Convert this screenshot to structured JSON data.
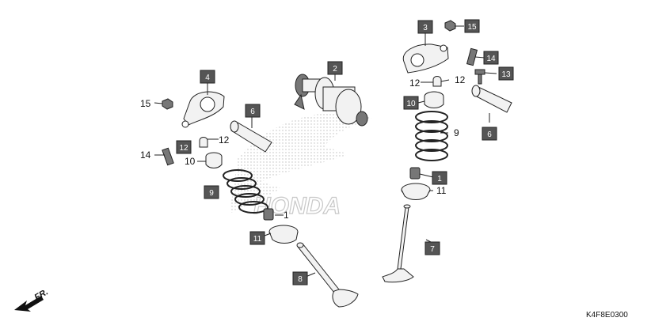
{
  "diagram": {
    "code": "K4F8E0300",
    "direction_label": "FR.",
    "watermark_text": "HONDA",
    "callouts": [
      {
        "num": "1",
        "style": "plain"
      },
      {
        "num": "1",
        "style": "box"
      },
      {
        "num": "2",
        "style": "box"
      },
      {
        "num": "3",
        "style": "box"
      },
      {
        "num": "4",
        "style": "box"
      },
      {
        "num": "6",
        "style": "box"
      },
      {
        "num": "6",
        "style": "box"
      },
      {
        "num": "7",
        "style": "box"
      },
      {
        "num": "8",
        "style": "box"
      },
      {
        "num": "9",
        "style": "box"
      },
      {
        "num": "9",
        "style": "plain"
      },
      {
        "num": "10",
        "style": "plain"
      },
      {
        "num": "10",
        "style": "box"
      },
      {
        "num": "11",
        "style": "box"
      },
      {
        "num": "11",
        "style": "plain"
      },
      {
        "num": "12",
        "style": "box"
      },
      {
        "num": "12",
        "style": "plain"
      },
      {
        "num": "12",
        "style": "plain"
      },
      {
        "num": "12",
        "style": "plain"
      },
      {
        "num": "13",
        "style": "box"
      },
      {
        "num": "14",
        "style": "plain"
      },
      {
        "num": "14",
        "style": "box"
      },
      {
        "num": "15",
        "style": "plain"
      },
      {
        "num": "15",
        "style": "box"
      }
    ]
  },
  "colors": {
    "box_fill": "#555555",
    "line": "#222222",
    "watermark": "#cccccc"
  }
}
